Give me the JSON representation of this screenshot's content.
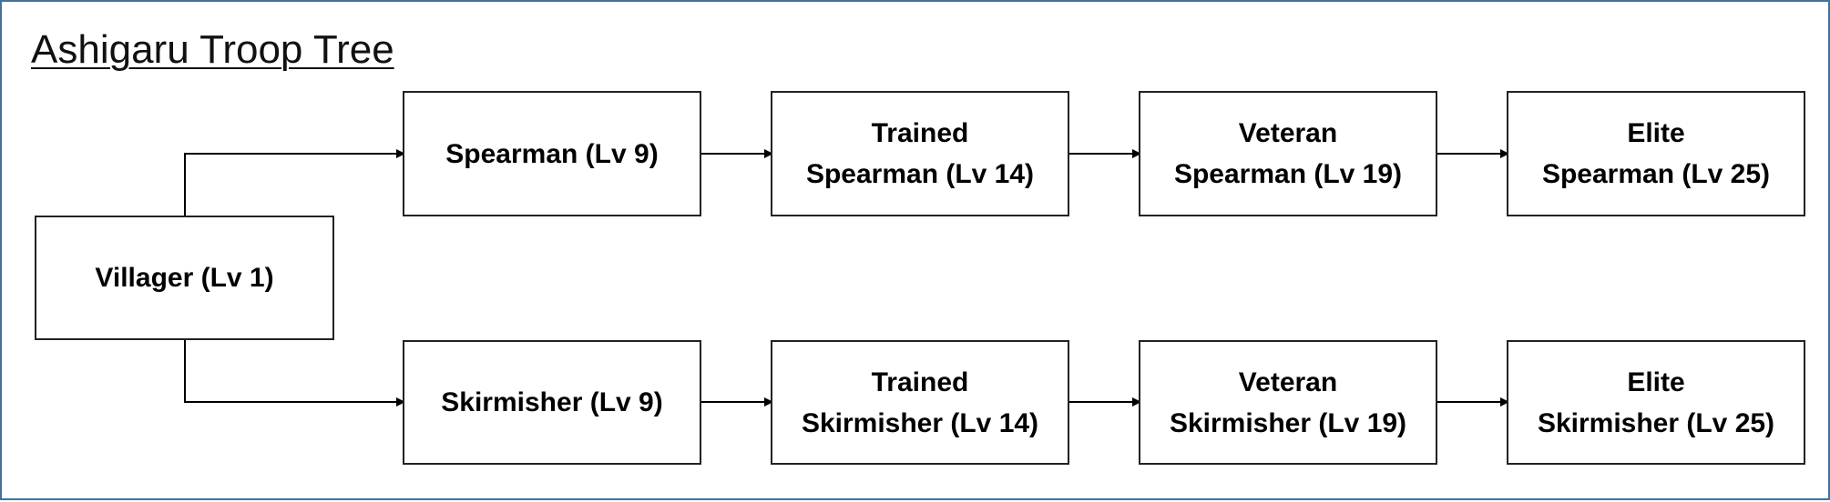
{
  "title": "Ashigaru Troop Tree",
  "colors": {
    "frame_border": "#41719c",
    "node_border": "#222222",
    "connector": "#000000"
  },
  "nodes": {
    "villager": "Villager (Lv 1)",
    "spearman": "Spearman (Lv 9)",
    "trained_spearman": "Trained\nSpearman (Lv 14)",
    "veteran_spearman": "Veteran\nSpearman (Lv 19)",
    "elite_spearman": "Elite\nSpearman (Lv 25)",
    "skirmisher": "Skirmisher (Lv 9)",
    "trained_skirmisher": "Trained\nSkirmisher (Lv 14)",
    "veteran_skirmisher": "Veteran\nSkirmisher (Lv 19)",
    "elite_skirmisher": "Elite\nSkirmisher (Lv 25)"
  },
  "edges": [
    [
      "villager",
      "spearman"
    ],
    [
      "spearman",
      "trained_spearman"
    ],
    [
      "trained_spearman",
      "veteran_spearman"
    ],
    [
      "veteran_spearman",
      "elite_spearman"
    ],
    [
      "villager",
      "skirmisher"
    ],
    [
      "skirmisher",
      "trained_skirmisher"
    ],
    [
      "trained_skirmisher",
      "veteran_skirmisher"
    ],
    [
      "veteran_skirmisher",
      "elite_skirmisher"
    ]
  ]
}
